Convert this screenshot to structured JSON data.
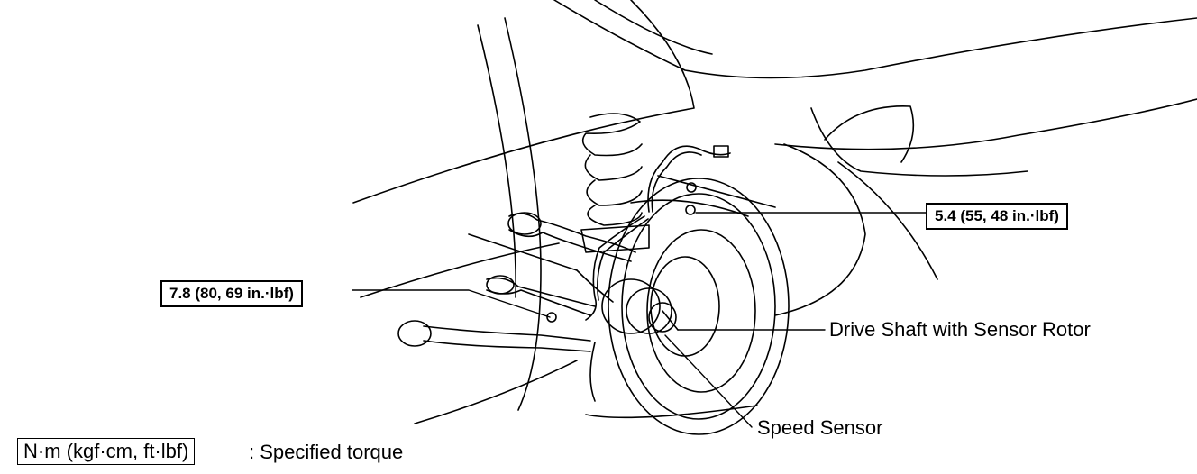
{
  "callouts": {
    "top_torque": "5.4 (55, 48 in.·lbf)",
    "left_torque": "7.8 (80, 69 in.·lbf)"
  },
  "labels": {
    "drive_shaft": "Drive Shaft with Sensor Rotor",
    "speed_sensor": "Speed Sensor"
  },
  "legend": {
    "unit_box": "N·m (kgf·cm, ft·lbf)",
    "description": ": Specified torque"
  }
}
